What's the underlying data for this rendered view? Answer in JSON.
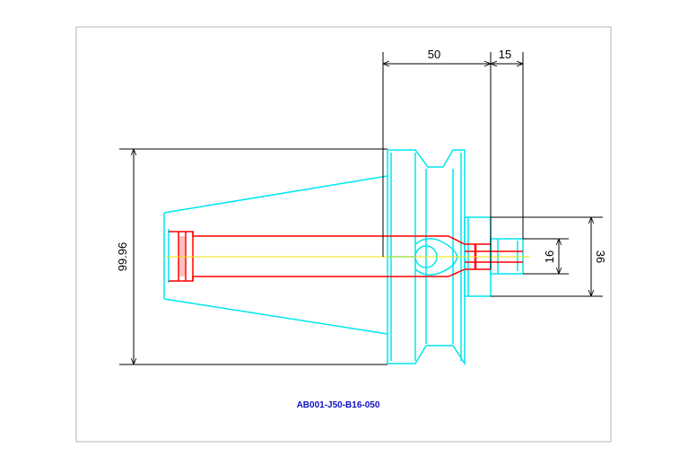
{
  "drawing": {
    "part_number": "AB001-J50-B16-050",
    "dimensions": {
      "overall_diameter": "99.96",
      "length_a": "50",
      "length_b": "15",
      "diameter_outer": "36",
      "diameter_inner": "16"
    },
    "colors": {
      "frame": "#b4b4b4",
      "outline": "#00e5ee",
      "bore": "#ff0000",
      "centerline": "#f0e000",
      "dimension": "#000000",
      "part_number": "#1010c8"
    }
  }
}
